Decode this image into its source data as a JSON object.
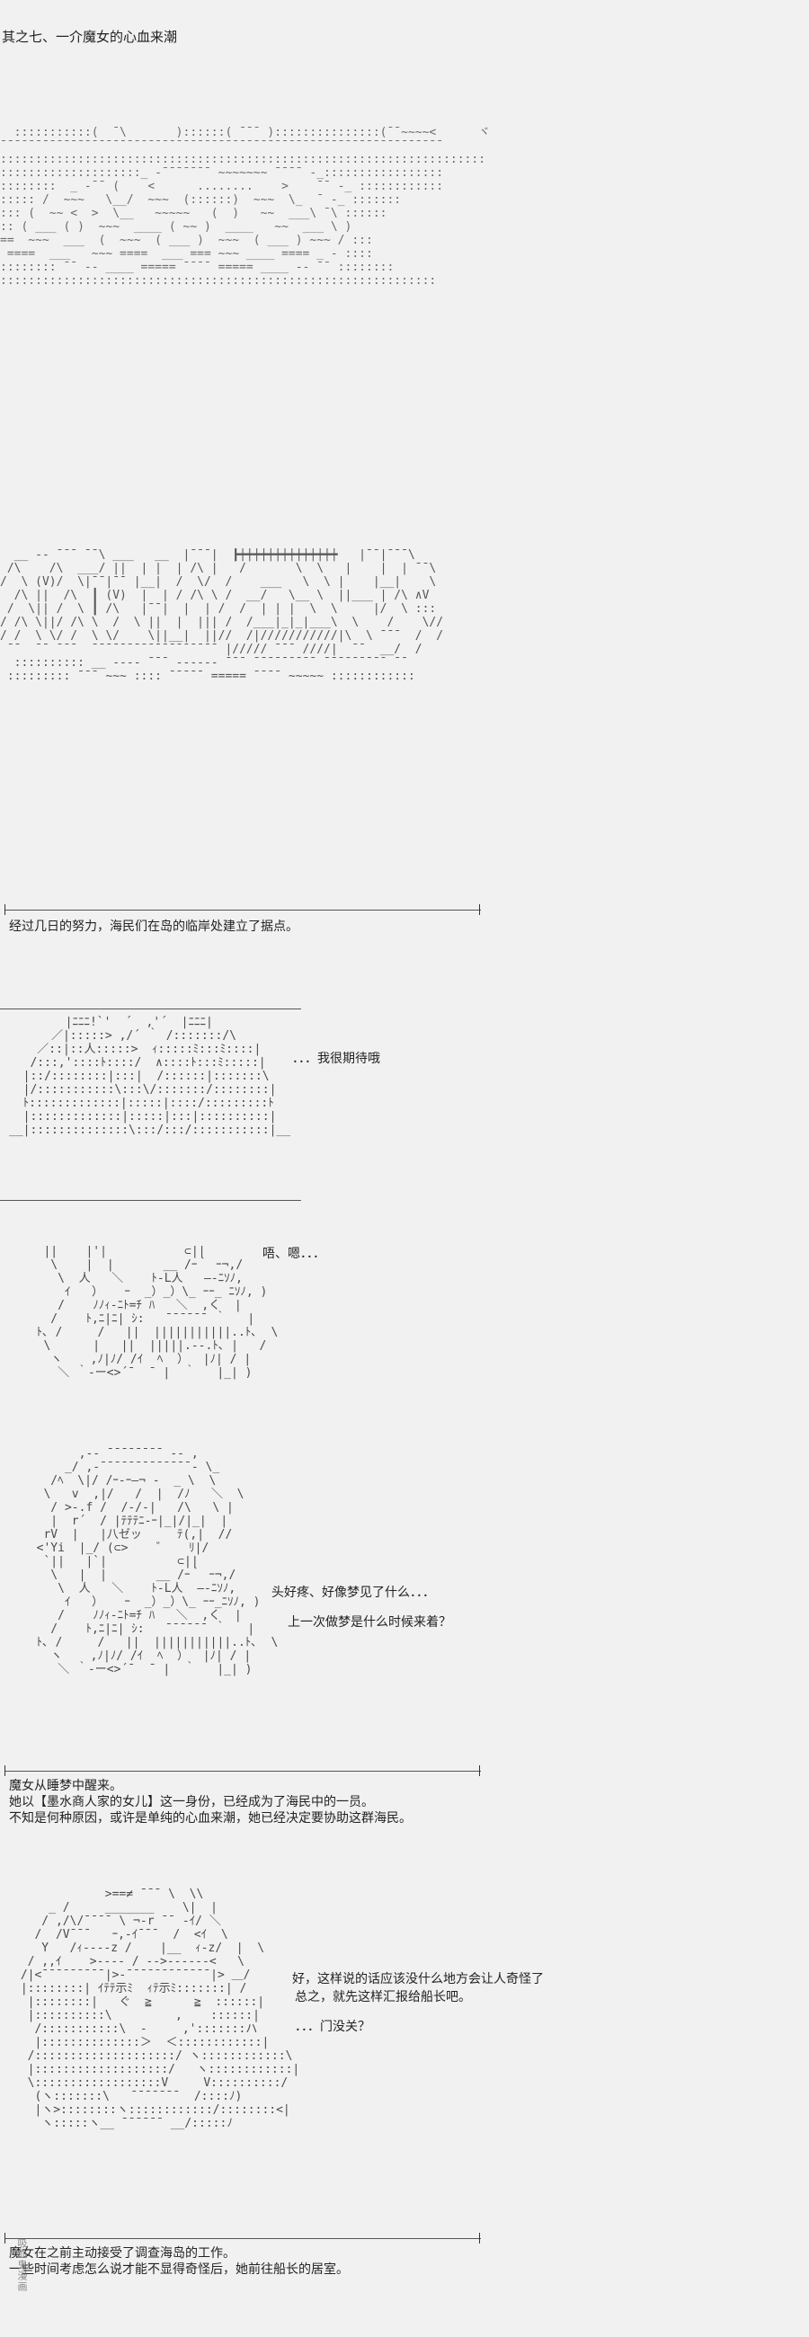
{
  "title": "其之七、一介魔女的心血来潮",
  "scenes": [
    {
      "art": "  :::::::::::(  ¯\\       )::::::( ¯¯¯ ):::::::::::::::(¯¯~~~~<      ヾ\n¯¯¯¯¯¯¯¯¯¯¯¯¯¯¯¯¯¯¯¯¯¯¯¯¯¯¯¯¯¯¯¯¯¯¯¯¯¯¯¯¯¯¯¯¯¯¯¯¯¯¯¯¯¯¯¯¯¯¯¯¯¯¯\n:::::::::::::::::::::::::::::::::::::::::::::::::::::::::::::::::::::\n::::::::::::::::::::_ -¯¯¯¯¯¯¯ ~~~~~~~ ¯¯¯¯ -_:::::::::::::::::\n::::::::  _ -¯¯ (    <      ........    >    ¯¯ -_ ::::::::::::\n::::: /  ~~~   \\__/  ~~~  (::::::)  ~~~  \\_  ¯ -_ :::::::\n::: (  ~~ <  >  \\__   ~~~~~   (  )   ~~  ___\\ ¯\\ ::::::\n:: ( ___ ( )  ~~~  ____ ( ~~ )  ____   ~~  ___ \\ )\n==  ~~~  ___  (  ~~~  ( ___ )  ~~~  ( ___ ) ~~~ / :::\n ====  ___   ~~~ ====  ___ === ~~~ ____ ==== _ - ::::\n:::::::: ¯¯ -- ____ ===== ¯¯¯¯ ===== ____ -- ¯¯ ::::::::\n::::::::::::::::::::::::::::::::::::::::::::::::::::::::::::::"
    },
    {
      "art": "  __ -- ¯¯¯ ¯¯\\ ___   __  |¯¯¯|  ┣┿┿┿┿┿┿┿┿┿┿┿┿┿┿   |¯¯|¯¯¯\\\n /\\    /\\  ___/ ||  | |  | /\\ |   /       \\  \\   |    |  | ¯¯\\\n/  \\ (V)/  \\|¯¯|¯¯ |__|  /  \\/  /    ___   \\  \\ |    |__|    \\\n  /\\ ||  /\\  ┃ (V)  |  | / /\\ \\ /  __/   \\__ \\  ||___ | /\\ ∧V\n /  \\|| /  \\ ┃ /\\   |¯¯|  |  | /  /  | | |  \\  \\     |/  \\ :::\n/ /\\ \\||/ /\\ \\  /  \\ ||  |  ||| /  /___|_|_|___\\  \\    /    \\//\n/ /  \\ \\/ /  \\ \\/    \\||__|  ||//  /|///////////|\\  \\ ¯¯¯  /  /\n ¯¯  ¯¯ ¯¯¯  ¯¯¯¯¯¯¯¯¯¯¯¯¯¯¯¯¯¯ |///// ¯¯¯ ////|  ¯¯  __/  /\n  :::::::::: __ ---- ¯¯¯ ------ ¯¯¯ ¯¯¯¯¯¯¯¯¯ ¯¯¯¯¯¯¯¯¯ ¯¯\n ::::::::: ¯¯¯ ~~~ :::: ¯¯¯¯¯ ===== ¯¯¯¯ ~~~~~ ::::::::::::"
    }
  ],
  "caption1": "经过几日的努力，海民们在岛的临岸处建立了据点。",
  "panel2": {
    "art": "        |ﾆﾆﾆ!`'  ´  ,'´  |ﾆﾆﾆ|\n      ／|:::::> ,/´ ｀ /:::::::/\\\n    ／::|::人:::::>  ｨ:::::ﾐ:::ﾐ::::|\n   /:::,'::::ﾄ::::/  ∧::::ﾄ:::ﾐ:::::|\n  |::/::::::::|:::|  /::::::|:::::::\\\n  |/:::::::::::\\:::\\/:::::::/::::::::|\n  ﾄ:::::::::::::|:::::|::::/:::::::::ﾄ\n  |:::::::::::::|:::::|:::|::::::::::|\n__|::::::::::::::\\:::/:::/:::::::::::|__",
    "speech": "．．．我很期待哦"
  },
  "panel3": {
    "art": "   ||    |'|           ⊂||\n    \\    |  |       __ /ｰ｀ ｰ¬,/\n     \\  人   ＼    ﾄ-L人   ―‐ﾆｿﾉ,\n      ｲ   ）   ｰ  _）_）\\_ ｰｰ_ ﾆｿﾉ, )\n     /    ﾉﾉｨ-ﾆﾄ=ﾁ ﾊ   ＼  ,く  |\n    /    ﾄ,ﾆ|ﾆ| ｼ:   ¯¯¯¯¯¯ ｀   |\n  ﾄ､ /     /   ||  |||||||||||..ﾄ､  \\\n   \\      |   ||  |||||.--.ﾄ､ |   /\n    ヽ    ,ﾉ|ﾉ/ /ｲ  ﾍ  ）  |ﾉ| / |\n     ＼ ｀-ー<>´¯  ¯ |  ｀   |_| )",
    "speech": "唔、嗯．．．"
  },
  "panel4": {
    "art": "        ,-- ¯¯¯¯¯¯¯¯ -- ,\n      _/ ,-¯¯¯¯¯¯¯¯¯¯¯¯¯- \\_\n    /ﾍ  \\|/ /ｰ-ｰ―¬ -  _ \\  \\\n   \\   v  ,|/   /  |  /ﾉ   ＼  \\\n    / >-.f /  /-/-|   /\\   \\ |\n    |  r´  / |ﾃﾃﾃﾆ-ｰ|_|/|_|  |\n   rV  |   |八ゼッ     ﾃ(,|  //\n  <'Yi  |_/ (⊂>    ゛   ﾘ|/\n   `||   |`|          ⊂||\n    \\   |  |       __ /ｰ｀ ｰ¬,/\n     \\  人   ＼    ﾄ-L人  ―‐ﾆｿﾉ,\n      ｲ   ）   ｰ  _）_）\\_ ｰｰ_ﾆｿﾉ, )\n     /    ﾉﾉｨ-ﾆﾄ=ﾁ ﾊ   ＼  ,く  |\n    /    ﾄ,ﾆ|ﾆ| ｼ:   ¯¯¯¯¯¯ ｀   |\n  ﾄ､ /     /   ||  |||||||||||..ﾄ､  \\\n    ヽ    ,ﾉ|ﾉ/ /ｲ  ﾍ  ）  |ﾉ| / |\n     ＼ ｀-ー<>´¯  ¯ |  ｀   |_| )",
    "speech1": "头好疼、好像梦见了什么．．．",
    "speech2": "上一次做梦是什么时候来着？"
  },
  "caption2": [
    "魔女从睡梦中醒来。",
    "她以【墨水商人家的女儿】这一身份，已经成为了海民中的一员。",
    "不知是何种原因，或许是单纯的心血来潮，她已经决定要协助这群海民。"
  ],
  "panel5": {
    "art": "             >==≠ ¯¯¯ \\  \\\\\n     _ /     _______    \\|  |\n    / ,/\\/¯¯¯¯ \\ ¬-r ¯¯ -ｲ/ ＼\n   /  /V¯¯¯   ｰ,-ｲ¯¯¯  /  <ｲ  \\\n    Y   /ｨ--‐-z /    |__  ｨ-z/  |  \\\n  / ,,ｲ    >‐‐‐‐ / ‐‐>‐‐‐‐‐‐<   \\\n /|<¯¯¯¯¯¯¯¯¯|>-¯¯¯¯¯¯¯¯¯¯¯¯|> ＿/\n |::::::::| ｲﾃﾃ示ﾐ  ｨﾃ示ﾐ:::::::| /\n  |::::::::|   ぐ  ≧      ≧  ::::::|\n  |::::::::::\\         ,    ::::::|\n   /:::::::::::\\  -     ,':::::::ハ\n   |::::::::::::::＞  ＜::::::::::::|\n  /::::::::::::::::::::/ ヽ::::::::::::\\\n  |:::::::::::::::::::/   ヽ::::::::::::|\n  \\::::::::::::::::::V     V::::::::::/\n   (ヽ:::::::\\   ¯¯¯¯¯¯¯  /::::ﾉ)\n   |ヽ>::::::::ヽ::::::::::::/::::::::<|\n    ヽ:::::ヽ__ ¯¯¯¯¯¯ __/:::::ﾉ",
    "speech1": "好，这样说的话应该没什么地方会让人奇怪了",
    "speech2": "总之，就先这样汇报给船长吧。",
    "speech3": "．．．门没关？"
  },
  "caption3": [
    "魔女在之前主动接受了调查海岛的工作。",
    "一些时间考虑怎么说才能不显得奇怪后，她前往船长的居室。"
  ],
  "watermark": "吸血鬼漫画"
}
